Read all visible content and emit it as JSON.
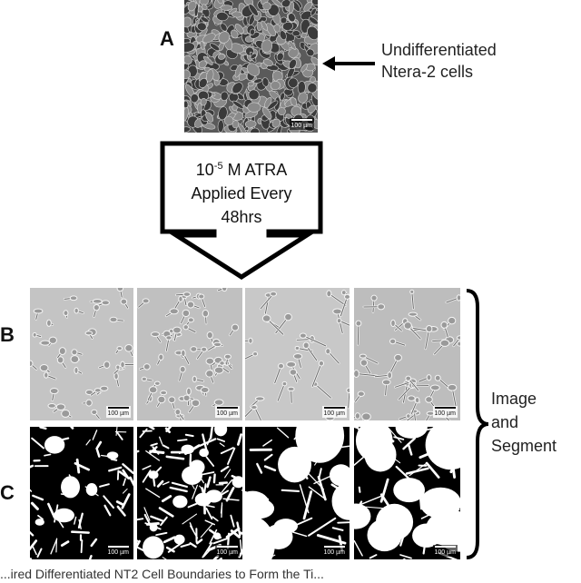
{
  "panels": {
    "a_label": "A",
    "b_label": "B",
    "c_label": "C"
  },
  "undifferentiated_label": {
    "line1": "Undifferentiated",
    "line2": "Ntera-2 cells"
  },
  "treatment_box": {
    "line1_base": "10",
    "line1_sup": "-5",
    "line1_rest": " M ATRA",
    "line2": "Applied Every",
    "line3": "48hrs"
  },
  "image_segment_label": {
    "line1": "Image",
    "line2": "and",
    "line3": "Segment"
  },
  "scale_bar_text": "100 µm",
  "caption_partial": "...ired Differentiated NT2 Cell Boundaries to Form the Ti...",
  "colors": {
    "micro_dark": "#3c3c3c",
    "micro_light": "#c6c6c6",
    "mask_white": "#ffffff",
    "mask_black": "#000000"
  }
}
